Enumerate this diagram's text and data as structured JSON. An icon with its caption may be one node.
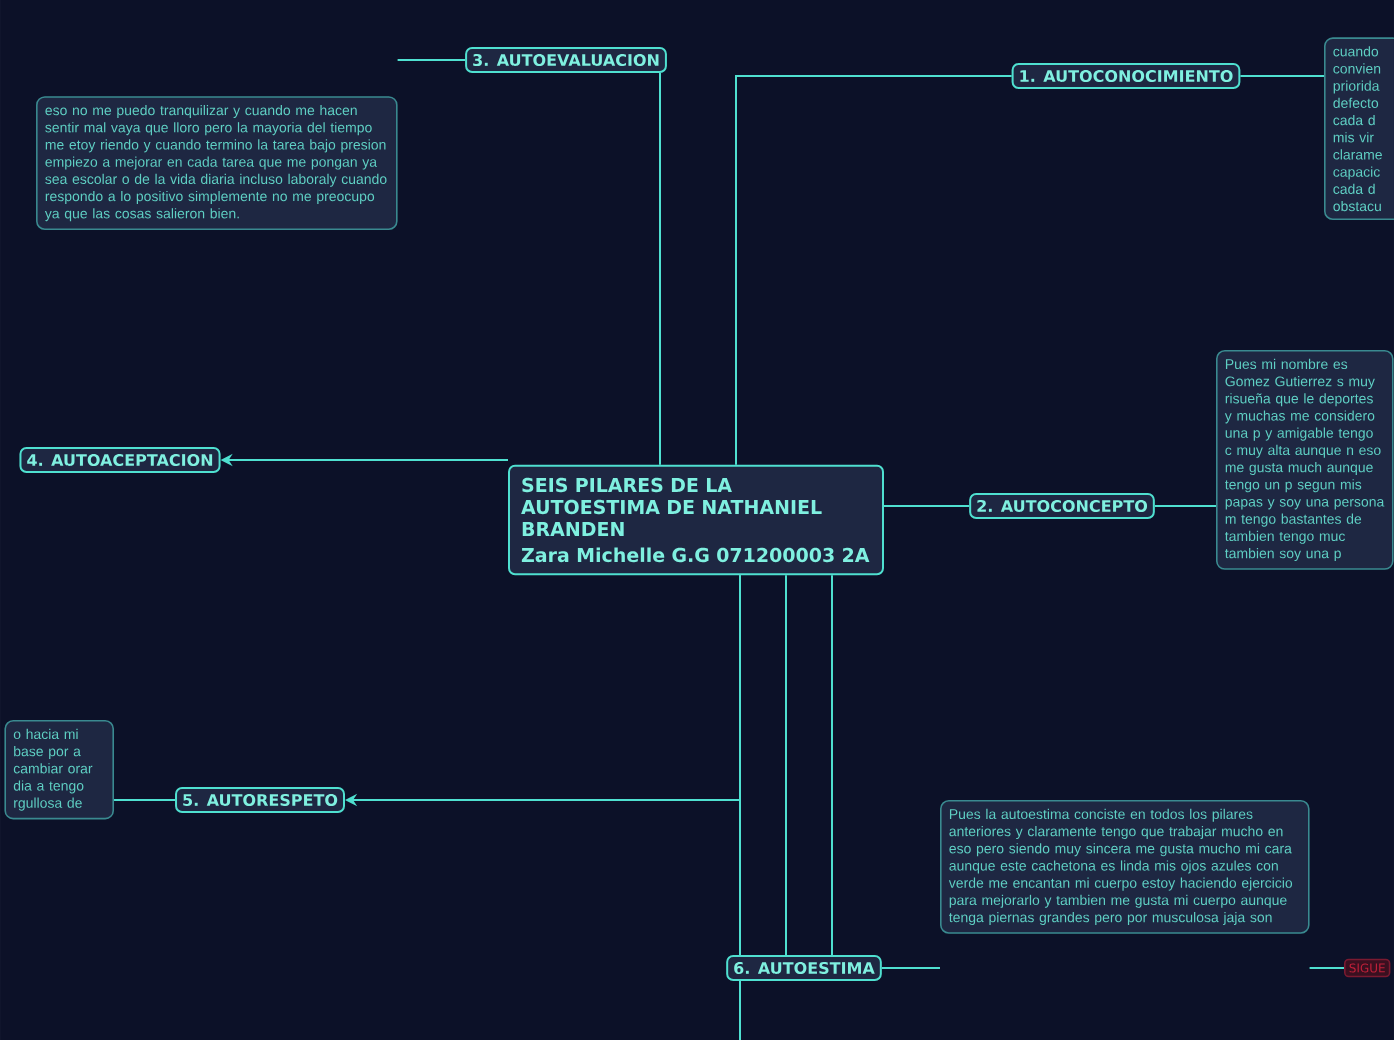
{
  "diagram": {
    "nodes": [
      {
        "text": [
          "SEIS PILARES DE LA AUTOESTIMA DE NATHANIEL BRANDEN",
          "Zara Michelle G.G 071200003 2A"
        ]
      },
      {
        "text": [
          "1. AUTOCONOCIMIENTO"
        ]
      },
      {
        "text": [
          "cuando convien priorida defecto cada d mis vir clarame capacic cada d obstacu"
        ]
      },
      {
        "text": [
          "2. AUTOCONCEPTO"
        ]
      },
      {
        "text": [
          "Pues mi nombre es Gomez Gutierrez s muy risueña que le deportes y muchas me considero una p y amigable tengo c muy alta aunque n eso me gusta much aunque tengo un p segun mis papas y soy una persona m tengo bastantes de tambien tengo muc tambien soy una p"
        ]
      },
      {
        "text": [
          "3. AUTOEVALUACION"
        ]
      },
      {
        "text": [
          "eso no me puedo tranquilizar y cuando me hacen sentir mal vaya que lloro pero la mayoria del tiempo me etoy riendo y cuando termino la tarea bajo presion empiezo a mejorar en cada tarea que me pongan ya sea escolar o de la vida diaria incluso laboraly cuando respondo a lo positivo simplemente no me preocupo ya que las cosas salieron bien."
        ]
      },
      {
        "text": [
          "4. AUTOACEPTACION"
        ]
      },
      {
        "text": [
          "5. AUTORESPETO"
        ]
      },
      {
        "text": [
          "o hacia mi base por a cambiar orar dia a tengo rgullosa de"
        ]
      },
      {
        "text": [
          "6. AUTOESTIMA"
        ]
      },
      {
        "text": [
          "Pues la autoestima conciste en todos los pilares anteriores y claramente tengo que trabajar mucho en eso pero siendo muy sincera me gusta mucho mi cara aunque este cachetona es linda mis ojos azules con verde me encantan mi cuerpo estoy haciendo ejercicio para mejorarlo y tambien me gusta mi cuerpo aunque tenga piernas grandes pero por musculosa jaja son"
        ]
      },
      {
        "text": [
          "SIGUE"
        ]
      }
    ],
    "edges": [
      {
        "from": 0,
        "to": 1,
        "arrow": "none"
      },
      {
        "from": 0,
        "to": 3,
        "arrow": "none"
      },
      {
        "from": 0,
        "to": 5,
        "arrow": "none"
      },
      {
        "from": 0,
        "to": 7,
        "arrow": "to"
      },
      {
        "from": 0,
        "to": 8,
        "arrow": "to"
      },
      {
        "from": 0,
        "to": 10,
        "arrow": "none"
      },
      {
        "from": 0,
        "to": 10,
        "arrow": "none"
      },
      {
        "from": 0,
        "to": 10,
        "arrow": "none"
      },
      {
        "from": 1,
        "to": 2,
        "arrow": "none"
      },
      {
        "from": 3,
        "to": 4,
        "arrow": "none"
      },
      {
        "from": 5,
        "to": 6,
        "arrow": "none"
      },
      {
        "from": 8,
        "to": 9,
        "arrow": "none"
      },
      {
        "from": 10,
        "to": 11,
        "arrow": "none"
      },
      {
        "from": 11,
        "to": 12,
        "arrow": "none"
      },
      {
        "from": 10,
        "to": null,
        "arrow": "none"
      }
    ]
  }
}
